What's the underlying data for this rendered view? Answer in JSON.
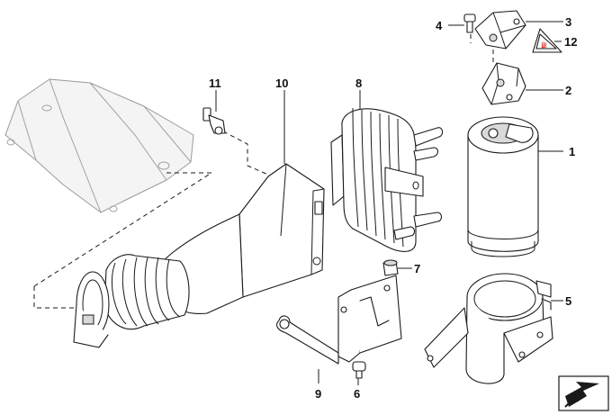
{
  "callouts": [
    {
      "id": "1",
      "text": "1"
    },
    {
      "id": "2",
      "text": "2"
    },
    {
      "id": "3",
      "text": "3"
    },
    {
      "id": "4",
      "text": "4"
    },
    {
      "id": "5",
      "text": "5"
    },
    {
      "id": "6",
      "text": "6"
    },
    {
      "id": "7",
      "text": "7"
    },
    {
      "id": "8",
      "text": "8"
    },
    {
      "id": "9",
      "text": "9"
    },
    {
      "id": "10",
      "text": "10"
    },
    {
      "id": "11",
      "text": "11"
    },
    {
      "id": "12",
      "text": "12"
    }
  ],
  "icons": {
    "warning_label": "warning-triangle-icon",
    "navigation_arrow": "arrow-down-left-icon"
  },
  "colors": {
    "line": "#1a1a1a",
    "background": "#ffffff",
    "ghost_part": "#a0a0a0"
  }
}
